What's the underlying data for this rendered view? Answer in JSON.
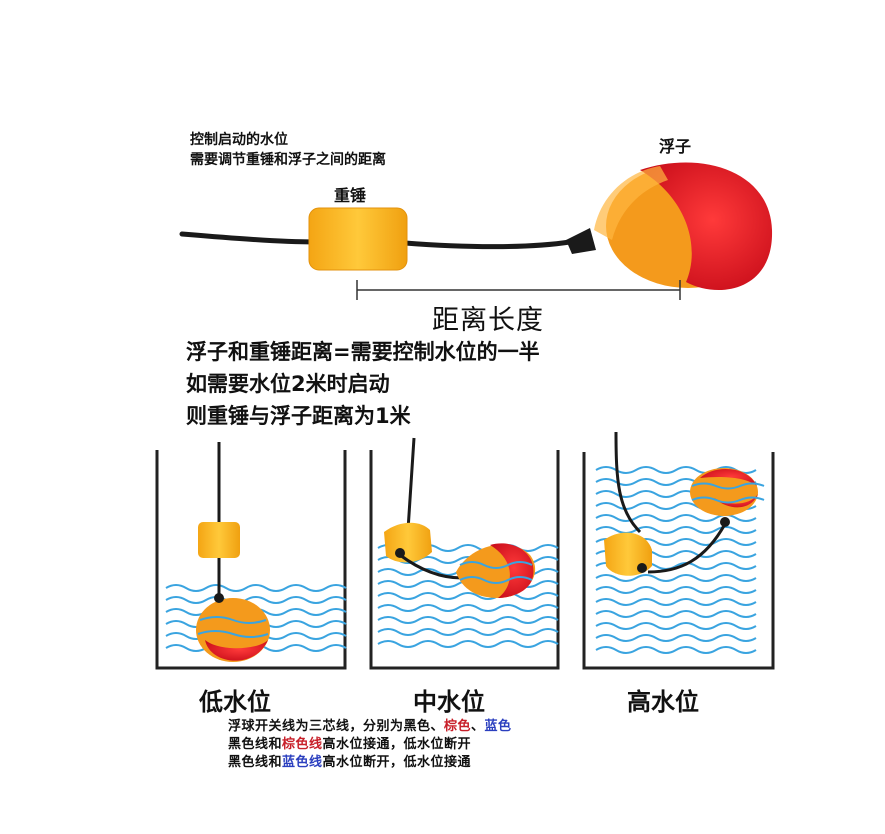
{
  "note_top": {
    "line1": "控制启动的水位",
    "line2": "需要调节重锤和浮子之间的距离"
  },
  "labels": {
    "weight": "重锤",
    "float": "浮子",
    "distance": "距离长度"
  },
  "rule": {
    "line1": "浮子和重锤距离=需要控制水位的一半",
    "line2": "如需要水位2米时启动",
    "line3": "则重锤与浮子距离为1米"
  },
  "levels": {
    "low": "低水位",
    "mid": "中水位",
    "high": "高水位"
  },
  "footnote": {
    "line1_prefix": "浮球开关线为三芯线，分别为黑色、",
    "line1_brown": "棕色",
    "line1_sep": "、",
    "line1_blue": "蓝色",
    "line2_prefix": "黑色线和",
    "line2_brown": "棕色线",
    "line2_suffix": "高水位接通，低水位断开",
    "line3_prefix": "黑色线和",
    "line3_blue": "蓝色线",
    "line3_suffix": "高水位断开，低水位接通"
  },
  "colors": {
    "float_red": "#e8202c",
    "float_orange": "#f7a21a",
    "weight_yellow": "#f8b51b",
    "water_blue": "#3aa4e0",
    "cable": "#1a1a1a"
  }
}
